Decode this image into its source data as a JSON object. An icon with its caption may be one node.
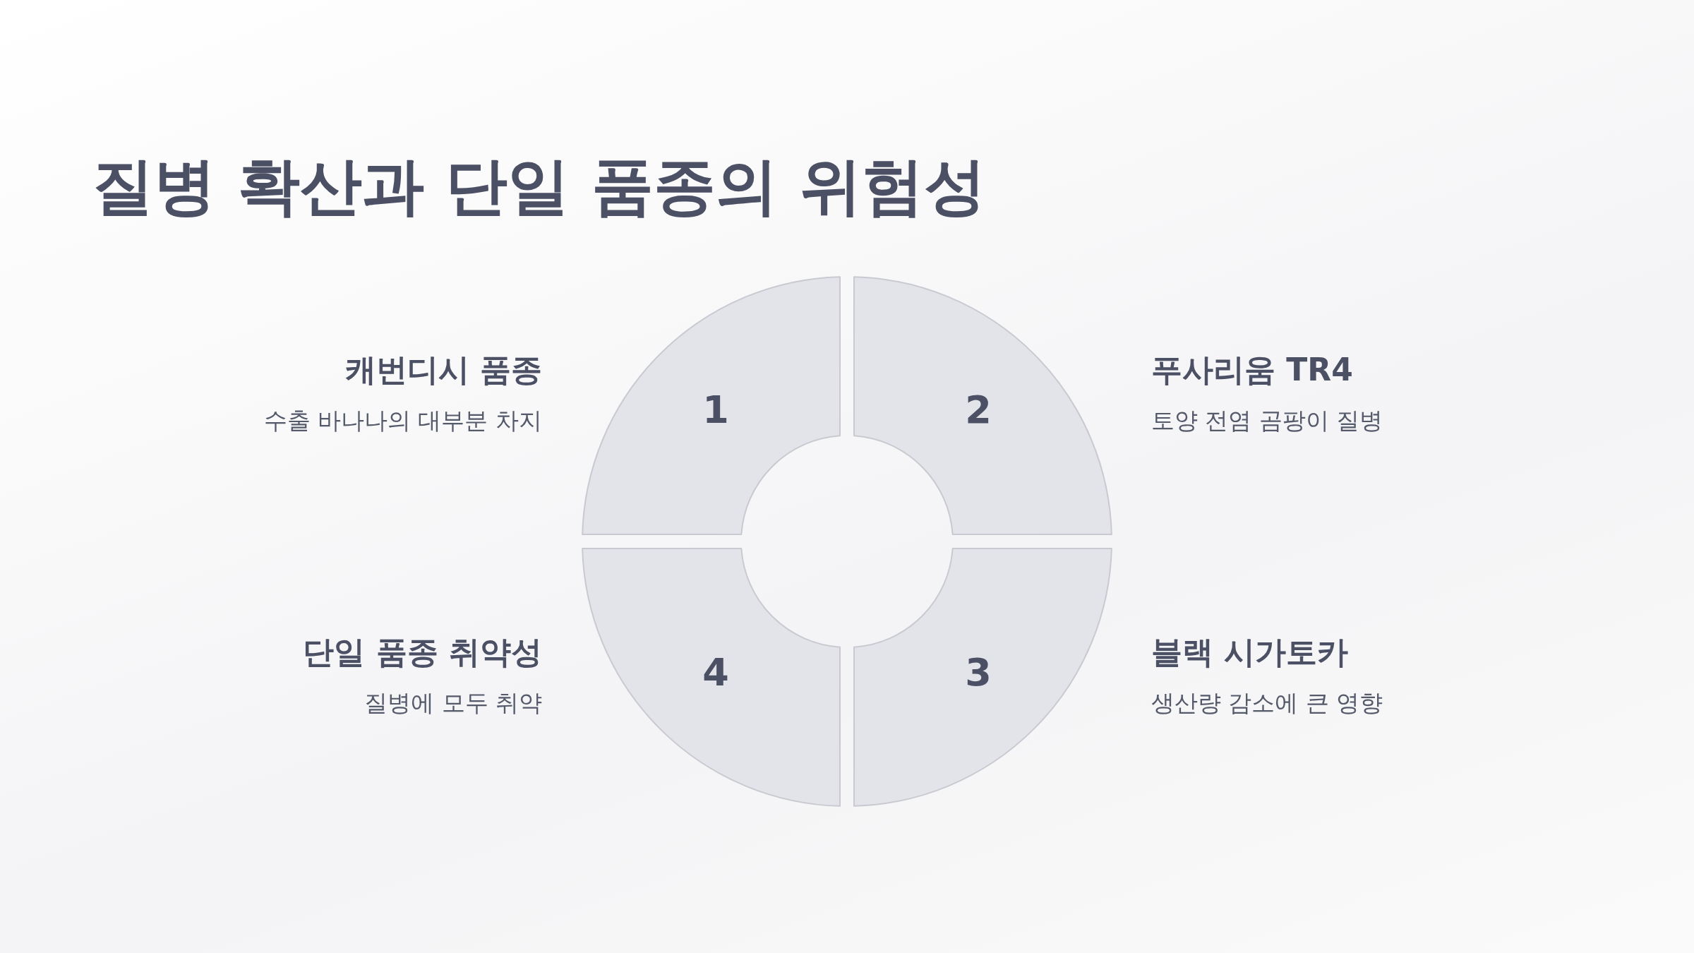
{
  "diagram": {
    "title": "질병 확산과 단일 품종의 위험성",
    "nodes": [
      {
        "text": [
          "1"
        ],
        "beside": [
          "캐번디시 품종",
          "수출 바나나의 대부분 차지"
        ]
      },
      {
        "text": [
          "2"
        ],
        "beside": [
          "푸사리움 TR4",
          "토양 전염 곰팡이 질병"
        ]
      },
      {
        "text": [
          "3"
        ],
        "beside": [
          "블랙 시가토카",
          "생산량 감소에 큰 영향"
        ]
      },
      {
        "text": [
          "4"
        ],
        "beside": [
          "단일 품종 취약성",
          "질병에 모두 취약"
        ]
      }
    ]
  }
}
